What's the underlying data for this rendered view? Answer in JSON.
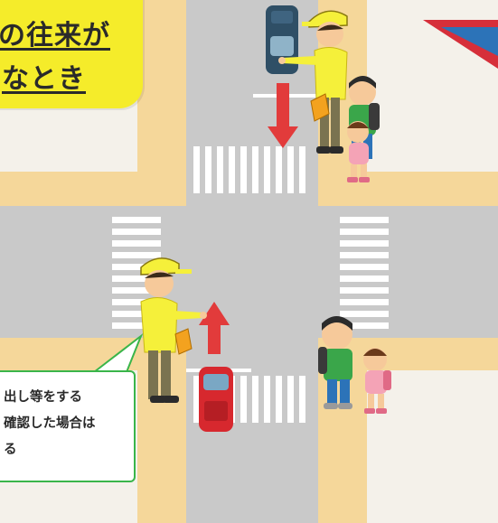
{
  "title": {
    "line1": "の往来が",
    "line2": "なとき"
  },
  "note": {
    "line1": "出し等をする",
    "line2": "確認した場合は",
    "line3": "る"
  },
  "colors": {
    "road": "#c9c9c9",
    "sidewalk": "#f5d79a",
    "background": "#f4f1ea",
    "title_box": "#f5ec2a",
    "note_border": "#3ab54a",
    "arrow": "#e23b3b",
    "guard_vest": "#f5f03a",
    "car_top": "#2f4f66",
    "car_bottom": "#d7282e",
    "sign": "#2c73b8"
  },
  "icons": [
    "traffic-guard",
    "child-pedestrian",
    "car",
    "direction-arrow",
    "road-sign",
    "flag"
  ]
}
